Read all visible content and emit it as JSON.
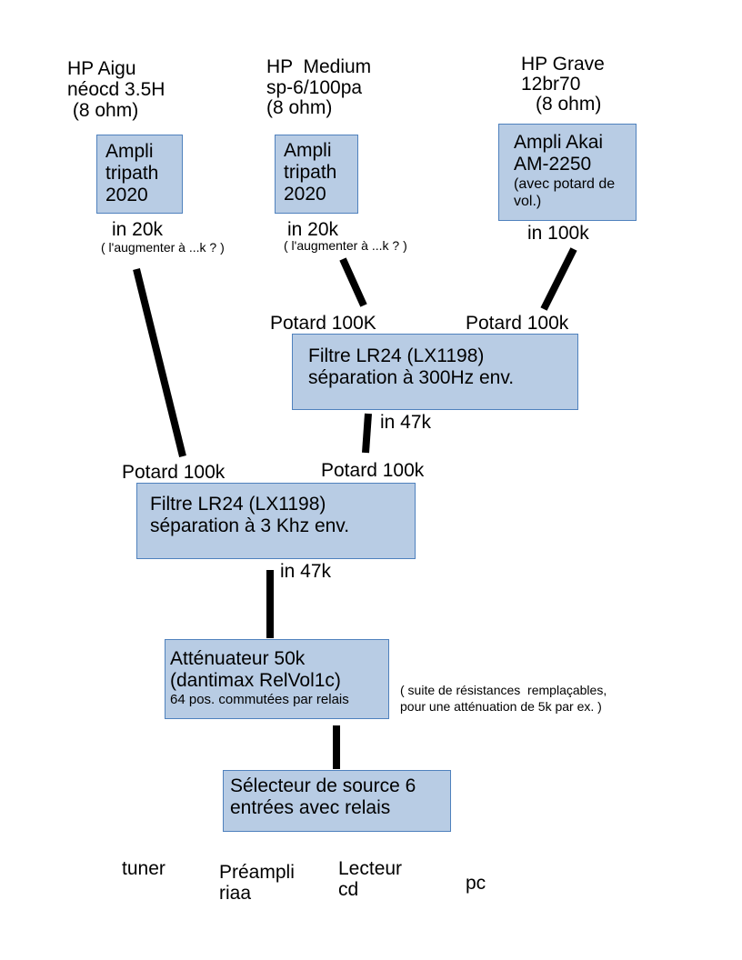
{
  "speakers": {
    "aigu": {
      "line1": "HP Aigu",
      "line2": "néocd 3.5H",
      "line3": " (8 ohm)"
    },
    "medium": {
      "line1": "HP  Medium",
      "line2": "sp-6/100pa",
      "line3": "(8 ohm)"
    },
    "grave": {
      "line1": "HP Grave",
      "line2": "12br70",
      "line3": "(8 ohm)"
    }
  },
  "amps": {
    "aigu": {
      "lines": [
        "Ampli",
        "tripath",
        "2020"
      ],
      "input": "in 20k",
      "note": "( l'augmenter à ...k ? )"
    },
    "medium": {
      "lines": [
        "Ampli",
        "tripath",
        "2020"
      ],
      "input": "in 20k",
      "note": "( l'augmenter à ...k ? )"
    },
    "grave": {
      "lines": [
        "Ampli Akai",
        "AM-2250"
      ],
      "sub": [
        "(avec potard de",
        "vol.)"
      ],
      "input": "in 100k"
    }
  },
  "filter_300": {
    "pot_left": "Potard 100K",
    "pot_right": "Potard 100k",
    "lines": [
      "Filtre LR24 (LX1198)",
      "séparation à 300Hz env."
    ],
    "input": "in 47k"
  },
  "filter_3k": {
    "pot_left": "Potard 100k",
    "pot_right": "Potard 100k",
    "lines": [
      "Filtre LR24 (LX1198)",
      "séparation à 3 Khz env."
    ],
    "input": "in 47k"
  },
  "attenuator": {
    "lines": [
      "Atténuateur 50k",
      "(dantimax RelVol1c)"
    ],
    "sub": "64 pos. commutées par relais",
    "note": [
      "( suite de résistances  remplaçables,",
      "pour une atténuation de 5k par ex. )"
    ]
  },
  "selector": {
    "lines": [
      "Sélecteur de source 6",
      "entrées avec relais"
    ]
  },
  "sources": [
    {
      "lines": [
        "tuner"
      ]
    },
    {
      "lines": [
        "Préampli",
        "riaa"
      ]
    },
    {
      "lines": [
        "Lecteur",
        "cd"
      ]
    },
    {
      "lines": [
        "pc"
      ]
    }
  ]
}
